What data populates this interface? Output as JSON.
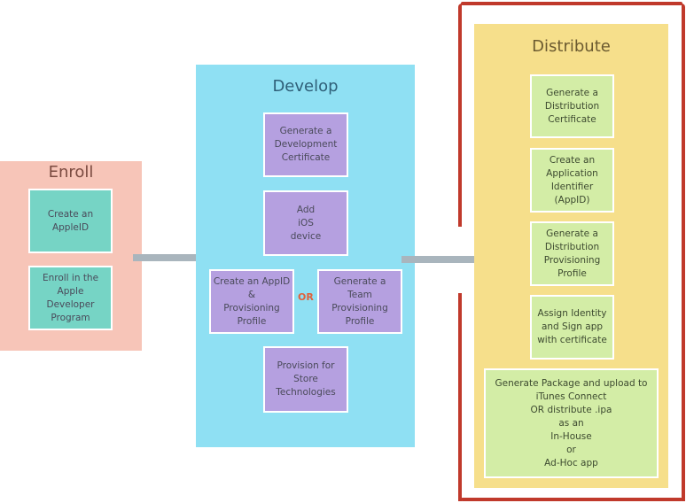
{
  "enroll": {
    "title": "Enroll",
    "color": "#f7c5b8",
    "steps": [
      "Create an\nAppleID",
      "Enroll in the\nApple\nDeveloper\nProgram"
    ]
  },
  "develop": {
    "title": "Develop",
    "color": "#8fe0f3",
    "steps": [
      "Generate a\nDevelopment\nCertificate",
      "Add\niOS\ndevice",
      "Create an AppID\n&\nProvisioning\nProfile",
      "Generate a\nTeam\nProvisioning\nProfile",
      "Provision for\nStore\nTechnologies"
    ],
    "or_label": "OR"
  },
  "distribute": {
    "title": "Distribute",
    "color": "#f6df8b",
    "highlight_color": "#c0392b",
    "steps": [
      "Generate a\nDistribution\nCertificate",
      "Create an\nApplication\nIdentifier\n(AppID)",
      "Generate a\nDistribution\nProvisioning\nProfile",
      "Assign Identity\nand Sign app\nwith certificate",
      "Generate Package and upload to\niTunes Connect\nOR distribute .ipa\nas an\nIn-House\nor\nAd-Hoc app"
    ]
  }
}
